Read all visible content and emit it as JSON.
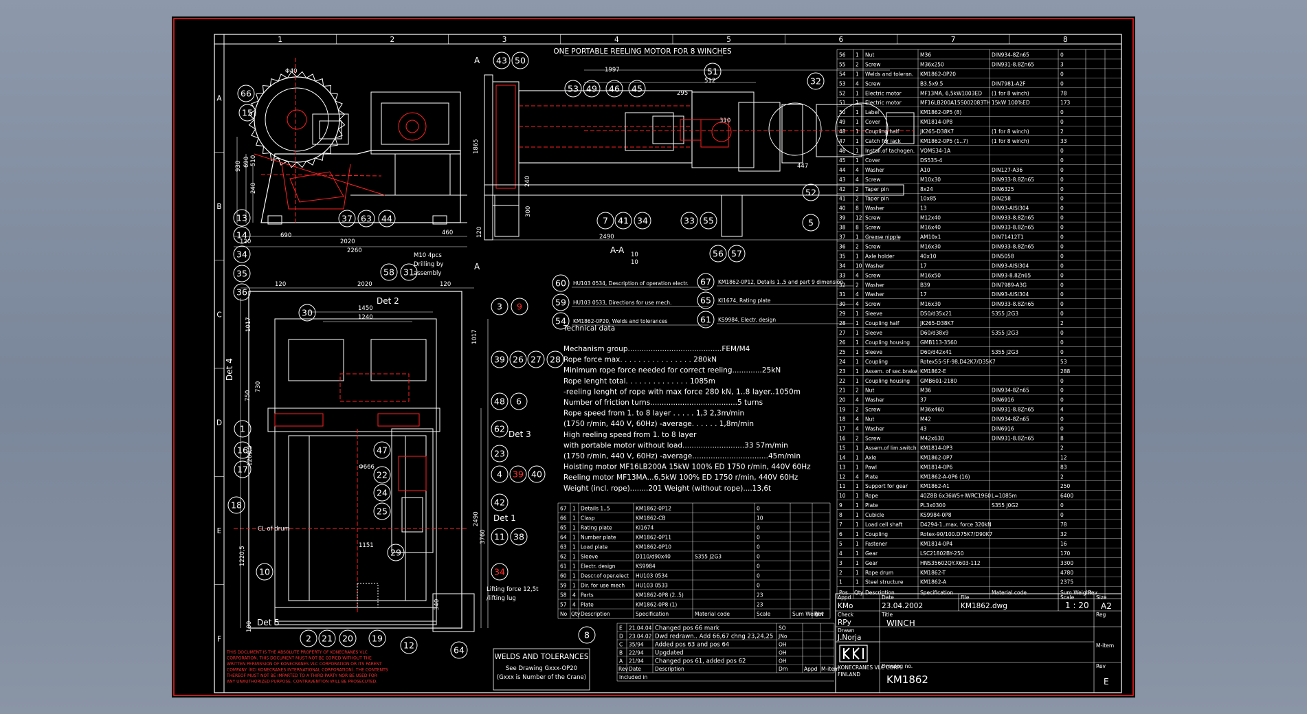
{
  "drawing": {
    "title_top": "ONE PORTABLE REELING MOTOR FOR 8 WINCHES",
    "section_label": "A-A",
    "section_marker": "A",
    "det_labels": [
      "Det 2",
      "Det 3",
      "Det 4",
      "Det 1",
      "Det 5"
    ],
    "note_drilling": [
      "M10 4pcs",
      "Drilling by",
      "assembly"
    ],
    "note_lifting": [
      "Lifting force 12,5t",
      "/lifting lug"
    ],
    "note_cl": "CL of drum",
    "grid_cols": [
      "1",
      "2",
      "3",
      "4",
      "5",
      "6",
      "7",
      "8"
    ],
    "grid_rows": [
      "A",
      "B",
      "C",
      "D",
      "E",
      "F"
    ],
    "dims": [
      "Φ40",
      "1997",
      "930",
      "690",
      "510",
      "240",
      "310",
      "512",
      "295",
      "447",
      "1865",
      "240",
      "300",
      "460",
      "120",
      "690",
      "2020",
      "2260",
      "2490",
      "120",
      "10",
      "10",
      "120",
      "2020",
      "120",
      "1450",
      "1240",
      "1017",
      "730",
      "750",
      "1017",
      "1269,5",
      "Φ666",
      "1151",
      "1220,5",
      "2490",
      "3760",
      "340",
      "100"
    ],
    "balloons": [
      "66",
      "15",
      "13",
      "14",
      "34",
      "35",
      "36",
      "37",
      "63",
      "44",
      "43",
      "50",
      "53",
      "49",
      "46",
      "45",
      "51",
      "32",
      "52",
      "5",
      "7",
      "41",
      "34",
      "33",
      "55",
      "56",
      "57",
      "58",
      "31",
      "30",
      "3",
      "9",
      "39",
      "26",
      "27",
      "28",
      "48",
      "6",
      "62",
      "23",
      "4",
      "39",
      "40",
      "42",
      "11",
      "38",
      "34",
      "1",
      "16",
      "17",
      "18",
      "47",
      "22",
      "24",
      "25",
      "29",
      "10",
      "2",
      "21",
      "20",
      "19",
      "12",
      "64",
      "8"
    ],
    "refs": [
      {
        "no": "60",
        "text": "HU103 0534, Description of operation electr."
      },
      {
        "no": "59",
        "text": "HU103 0533, Directions for use mech."
      },
      {
        "no": "54",
        "text": "KM1862-0P20, Welds and tolerances"
      },
      {
        "no": "67",
        "text": "KM1862-0P12, Details 1..5 and part 9 dimension"
      },
      {
        "no": "65",
        "text": "KI1674, Rating plate"
      },
      {
        "no": "61",
        "text": "KS9984, Electr. design"
      }
    ]
  },
  "technical": {
    "heading": "Technical data",
    "lines": [
      "Mechanism group.........................................FEM/M4",
      "Rope force max. .  .  .  .  .  .  .  .  .  .  .  .  .  .  . 280kN",
      "Minimum rope force needed for correct reeling.............25kN",
      "Rope lenght total.  .  .  .  .  .  .  .  .  .  .  .  .  . 1085m",
      " -reeling lenght of rope with max force 280 kN, 1..8 layer..1050m",
      "Number of friction turns......................................5 turns",
      "Rope speed from 1. to 8 layer   .   .   .   .   .   1,3  2,3m/min",
      "(1750 r/min, 440 V, 60Hz) -average.   .   .   .   .   .   1,8m/min",
      "High reeling speed from 1. to 8 layer",
      "with portable motor without load...........................33  57m/min",
      "(1750 r/min, 440 V, 60Hz) -average.................................45m/min",
      "Hoisting motor MF16LB200A   15kW 100% ED 1750 r/min, 440V 60Hz",
      "Reeling motor MF13MA...6,5kW 100% ED 1750 r/min, 440V 60Hz",
      "Weight (incl. rope)........201         Weight (without rope)....13,6t"
    ]
  },
  "parts_upper": [
    [
      "56",
      "1",
      "Nut",
      "M36",
      "DIN934-8Zn65",
      "0"
    ],
    [
      "55",
      "2",
      "Screw",
      "M36x250",
      "DIN931-8.8Zn65",
      "3"
    ],
    [
      "54",
      "1",
      "Welds and toleran.",
      "KM1862-0P20",
      "",
      "0"
    ],
    [
      "53",
      "4",
      "Screw",
      "B3.5x9.5",
      "DIN7981-A2F",
      "0"
    ],
    [
      "52",
      "1",
      "Electric motor",
      "MF13MA, 6,5kW1003ED",
      "(1 for 8 winch)",
      "78"
    ],
    [
      "51",
      "1",
      "Electric motor",
      "MF16LB200A15S002083TH",
      "15kW 100%ED",
      "173"
    ],
    [
      "50",
      "1",
      "Label",
      "KM1862-0P5 (8)",
      "",
      "0"
    ],
    [
      "49",
      "1",
      "Cover",
      "KM1814-0P8",
      "",
      "0"
    ],
    [
      "48",
      "1",
      "Coupling half",
      "JK265-D38K7",
      "(1 for 8 winch)",
      "2"
    ],
    [
      "47",
      "1",
      "Catch for jack",
      "KM1862-0P5 (1..7)",
      "(1 for 8 winch)",
      "33"
    ],
    [
      "46",
      "1",
      "Install.of tachogen.",
      "VOMS34-1A",
      "",
      "0"
    ],
    [
      "45",
      "1",
      "Cover",
      "DS535-4",
      "",
      "0"
    ],
    [
      "44",
      "4",
      "Washer",
      "A10",
      "DIN127-A36",
      "0"
    ],
    [
      "43",
      "4",
      "Screw",
      "M10x30",
      "DIN933-8.8Zn65",
      "0"
    ],
    [
      "42",
      "2",
      "Taper pin",
      "8x24",
      "DIN6325",
      "0"
    ],
    [
      "41",
      "2",
      "Taper pin",
      "10x85",
      "DIN258",
      "0"
    ],
    [
      "40",
      "8",
      "Washer",
      "13",
      "DIN93-AISI304",
      "0"
    ],
    [
      "39",
      "12",
      "Screw",
      "M12x40",
      "DIN933-8.8Zn65",
      "0"
    ],
    [
      "38",
      "8",
      "Screw",
      "M16x40",
      "DIN933-8.8Zn65",
      "0"
    ],
    [
      "37",
      "1",
      "Grease nipple",
      "AM10x1",
      "DIN71412T1",
      "0"
    ],
    [
      "36",
      "2",
      "Screw",
      "M16x30",
      "DIN933-8.8Zn65",
      "0"
    ],
    [
      "35",
      "1",
      "Axle holder",
      "40x10",
      "DIN5058",
      "0"
    ],
    [
      "34",
      "10",
      "Washer",
      "17",
      "DIN93-AISI304",
      "0"
    ],
    [
      "33",
      "4",
      "Screw",
      "M16x50",
      "DIN93-8.8Zn65",
      "0"
    ],
    [
      "32",
      "2",
      "Washer",
      "B39",
      "DIN7989-A3G",
      "0"
    ],
    [
      "31",
      "4",
      "Washer",
      "17",
      "DIN93-AISI304",
      "0"
    ],
    [
      "30",
      "4",
      "Screw",
      "M16x30",
      "DIN933-8.8Zn65",
      "0"
    ],
    [
      "29",
      "1",
      "Sleeve",
      "D50/d35x21",
      "S355 J2G3",
      "0"
    ],
    [
      "28",
      "1",
      "Coupling half",
      "JK265-D38K7",
      "",
      "2"
    ],
    [
      "27",
      "1",
      "Sleeve",
      "D60/d38x9",
      "S355 J2G3",
      "0"
    ],
    [
      "26",
      "1",
      "Coupling housing",
      "GMB113-3560",
      "",
      "0"
    ],
    [
      "25",
      "1",
      "Sleeve",
      "D60/d42x41",
      "S355 J2G3",
      "0"
    ],
    [
      "24",
      "1",
      "Coupling",
      "Rotex55-SF-98,D42K7/D35K7",
      "",
      "53"
    ],
    [
      "23",
      "1",
      "Assem. of sec.brake",
      "KM1862-E",
      "",
      "288"
    ],
    [
      "22",
      "1",
      "Coupling housing",
      "GMB601-2180",
      "",
      "0"
    ],
    [
      "21",
      "2",
      "Nut",
      "M36",
      "DIN934-8Zn65",
      "0"
    ],
    [
      "20",
      "4",
      "Washer",
      "37",
      "DIN6916",
      "0"
    ],
    [
      "19",
      "2",
      "Screw",
      "M36x460",
      "DIN931-8.8Zn65",
      "4"
    ],
    [
      "18",
      "4",
      "Nut",
      "M42",
      "DIN934-8Zn65",
      "0"
    ],
    [
      "17",
      "4",
      "Washer",
      "43",
      "DIN6916",
      "0"
    ],
    [
      "16",
      "2",
      "Screw",
      "M42x630",
      "DIN931-8.8Zn65",
      "8"
    ],
    [
      "15",
      "1",
      "Assem.of lim.switch",
      "KM1814-0P3",
      "",
      "2"
    ],
    [
      "14",
      "1",
      "Axle",
      "KM1862-0P7",
      "",
      "12"
    ],
    [
      "13",
      "1",
      "Pawl",
      "KM1814-0P6",
      "",
      "83"
    ],
    [
      "12",
      "4",
      "Plate",
      "KM1862-A-0P6 (16)",
      "",
      "2"
    ],
    [
      "11",
      "1",
      "Support for gear",
      "KM1862-A1",
      "",
      "250"
    ],
    [
      "10",
      "1",
      "Rope",
      "40Z8B 6x36WS+IWRC1960",
      "L=1085m",
      "6400"
    ],
    [
      "9",
      "1",
      "Plate",
      "PL3x0300",
      "S355 J0G2",
      "0"
    ],
    [
      "8",
      "1",
      "Cubicle",
      "KS9984-0P8",
      "",
      "0"
    ],
    [
      "7",
      "1",
      "Load cell shaft",
      "D4294-1..max. force 320kN",
      "",
      "78"
    ],
    [
      "6",
      "1",
      "Coupling",
      "Rotex-90/100.D75K7/D90K7",
      "",
      "32"
    ],
    [
      "5",
      "1",
      "Fastener",
      "KM1814-0P4",
      "",
      "16"
    ],
    [
      "4",
      "1",
      "Gear",
      "LSC21802BY-250",
      "",
      "170"
    ],
    [
      "3",
      "1",
      "Gear",
      "HNS35602QY.X603-112",
      "",
      "3300"
    ],
    [
      "2",
      "1",
      "Rope drum",
      "KM1862-T",
      "",
      "4780"
    ],
    [
      "1",
      "1",
      "Steel structure",
      "KM1862-A",
      "",
      "2375"
    ]
  ],
  "parts_upper_header": [
    "Pos",
    "Qty",
    "Description",
    "Specification",
    "Material code",
    "Sum Weight",
    "Rev"
  ],
  "parts_lower": [
    [
      "67",
      "1",
      "Details 1..5",
      "KM1862-0P12",
      "0"
    ],
    [
      "66",
      "1",
      "Clasp",
      "KM1862-CB",
      "10"
    ],
    [
      "65",
      "1",
      "Rating plate",
      "KI1674",
      "0"
    ],
    [
      "64",
      "1",
      "Number plate",
      "KM1862-0P11",
      "0"
    ],
    [
      "63",
      "1",
      "Load plate",
      "KM1862-0P10",
      "0"
    ],
    [
      "62",
      "1",
      "Sleeve",
      "D110/d90x40",
      "0"
    ],
    [
      "61",
      "1",
      "Electr. design",
      "KS9984",
      "0"
    ],
    [
      "60",
      "1",
      "Descr.of oper.elect",
      "HU103 0534",
      "0"
    ],
    [
      "59",
      "1",
      "Dir. for use mech",
      "HU103 0533",
      "0"
    ],
    [
      "58",
      "4",
      "Parts",
      "KM1862-0P8 (2..5)",
      "23"
    ],
    [
      "57",
      "4",
      "Plate",
      "KM1862-0P8 (1)",
      "23"
    ]
  ],
  "parts_lower_mat": {
    "62": "S355 J2G3"
  },
  "parts_lower_header": [
    "No",
    "Qty",
    "Description",
    "Specification",
    "Material code",
    "Scale",
    "Sum Weight",
    "Rev"
  ],
  "revisions": [
    [
      "E",
      "21.04.04",
      "Changed pos 66 mark",
      "SO"
    ],
    [
      "D",
      "23.04.02",
      "Dwd redrawn.. Add 66,67 chng 23,24,25",
      "JNo"
    ],
    [
      "C",
      "35/94",
      "Added pos 63 and pos 64",
      "OH"
    ],
    [
      "B",
      "22/94",
      "Upgdated",
      "OH"
    ],
    [
      "A",
      "21/94",
      "Changed pos 61, added pos 62",
      "OH"
    ]
  ],
  "revision_header": [
    "Rev",
    "Date",
    "Description",
    "Drn",
    "Appd",
    "M-item"
  ],
  "revision_footer": "Included in",
  "welds": {
    "title": "WELDS AND TOLERANCES",
    "l1": "See Drawing      Gxxx-OP20",
    "l2": "(Gxxx is Number of the Crane)"
  },
  "disclaimer": [
    "THIS DOCUMENT IS THE ABSOLUTE PROPERTY OF KONECRANES VLC",
    "CORPORATION. THIS DOCUMENT MUST NOT BE COPIED WITHOUT THE",
    "WRITTEN PERMISSION OF KONECRANES VLC CORPORATION OR ITS PARENT",
    "COMPANY (KCI KONECRANES INTERNATIONAL CORPORATION). THE CONTENTS",
    "THEREOF MUST NOT BE IMPARTED TO A THIRD PARTY NOR BE USED FOR",
    "ANY UNAUTHORIZED PURPOSE. CONTRAVENTION WILL BE PROSECUTED."
  ],
  "title_block": {
    "appd_label": "Appd",
    "appd": "KMo",
    "date_label": "Date",
    "date": "23.04.2002",
    "file_label": "File",
    "file": "KM1862.dwg",
    "scale_label": "Scale",
    "scale": "1 : 20",
    "size_label": "Size",
    "size": "A2",
    "check_label": "Check",
    "check": "RPy",
    "title_label": "Title",
    "title": "WINCH",
    "drawn_label": "Drawn",
    "drawn": "J.Norja",
    "reg_label": "Reg",
    "item_label": "M-item",
    "company1": "KONECRANES VLC CORP.",
    "company2": "FINLAND",
    "drawing_no_label": "Drawing no.",
    "drawing_no": "KM1862",
    "rev_label": "Rev",
    "rev": "E"
  },
  "colors": {
    "line": "#ffffff",
    "accent": "#ff2020",
    "paper": "#000000",
    "background": "#8a95a6"
  }
}
